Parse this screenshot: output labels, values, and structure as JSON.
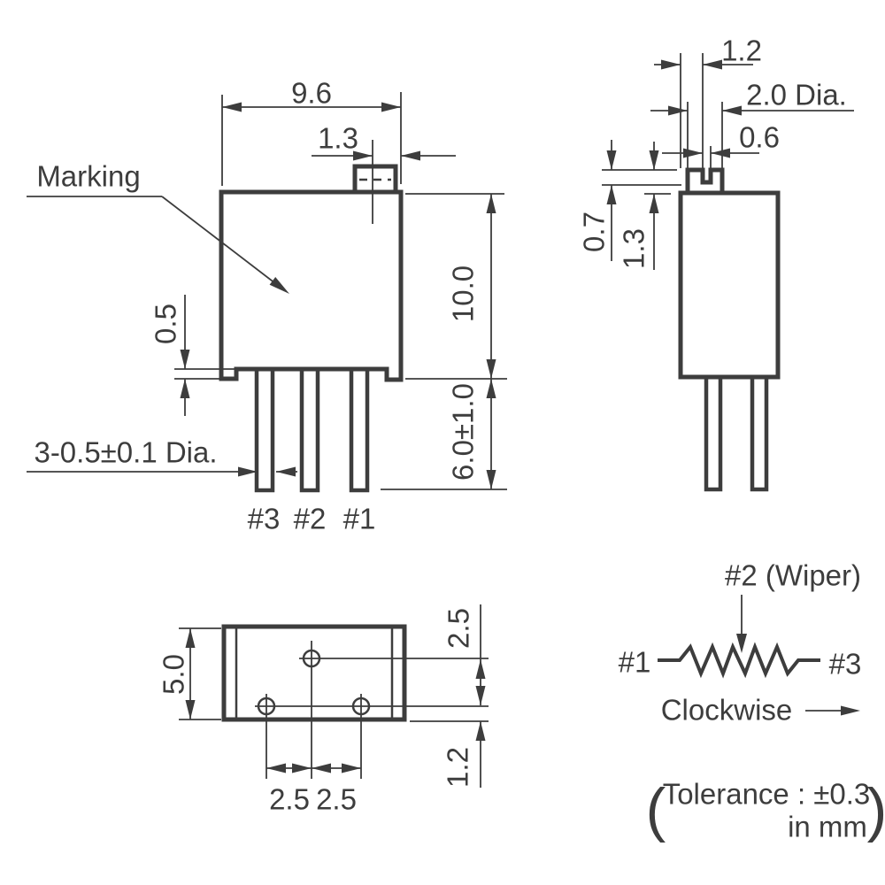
{
  "front_view": {
    "marking_label": "Marking",
    "dim_body_width": "9.6",
    "dim_screw_edge_offset": "1.3",
    "dim_body_height": "10.0",
    "dim_pin_length": "6.0±1.0",
    "dim_standoff_height": "0.5",
    "pin_diameter_note": "3-0.5±0.1 Dia.",
    "pin3_label": "#3",
    "pin2_label": "#2",
    "pin1_label": "#1"
  },
  "side_view": {
    "dim_slot_offset": "1.2",
    "dim_screw_diameter": "2.0 Dia.",
    "dim_slot_width": "0.6",
    "dim_slot_depth": "0.7",
    "dim_head_height": "1.3"
  },
  "bottom_view": {
    "dim_body_depth": "5.0",
    "dim_row_spacing": "2.5",
    "dim_edge_offset": "1.2",
    "dim_pitch_left": "2.5",
    "dim_pitch_right": "2.5"
  },
  "schematic": {
    "wiper_label": "#2  (Wiper)",
    "terminal1_label": "#1",
    "terminal3_label": "#3",
    "direction_label": "Clockwise"
  },
  "tolerance_note": {
    "open_paren": "(",
    "line1": "Tolerance : ±0.3",
    "line2": "in mm",
    "close_paren": ")"
  },
  "colors": {
    "ink": "#3d3d3d",
    "background": "#ffffff"
  }
}
